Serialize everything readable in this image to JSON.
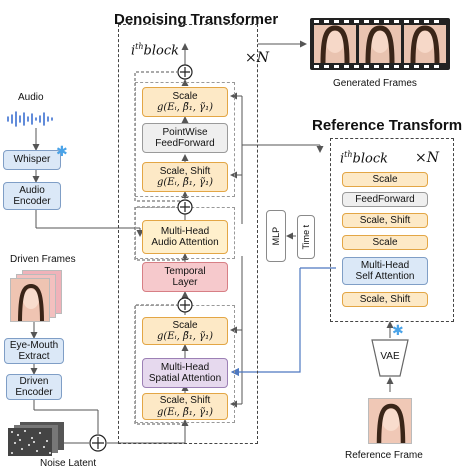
{
  "titles": {
    "denoising": "Denoising Transformer",
    "reference": "Reference Transformer",
    "generated": "Generated Frames",
    "audio": "Audio",
    "driven_frames": "Driven Frames",
    "noise_latent": "Noise Latent",
    "reference_frame": "Reference Frame"
  },
  "block": {
    "i": "i",
    "th": "th",
    "word": "block",
    "times_n": "×N"
  },
  "denoising": {
    "scale_top": "Scale",
    "scale_top_math": "g(Eᵢ, β̃₁, γ̃₁)",
    "ff_line1": "PointWise",
    "ff_line2": "FeedForward",
    "scaleshift_top": "Scale, Shift",
    "scaleshift_top_math": "g(Eᵢ, β̃₁, γ̃₁)",
    "audio_attn_line1": "Multi-Head",
    "audio_attn_line2": "Audio Attention",
    "temporal_line1": "Temporal",
    "temporal_line2": "Layer",
    "scale_mid": "Scale",
    "scale_mid_math": "g(Eᵢ, β̃₁, γ̃₁)",
    "spatial_line1": "Multi-Head",
    "spatial_line2": "Spatial Attention",
    "scaleshift_bot": "Scale, Shift",
    "scaleshift_bot_math": "g(Eᵢ, β̃₁, γ̃₁)"
  },
  "side": {
    "mlp": "MLP",
    "time": "Time t"
  },
  "left": {
    "whisper": "Whisper",
    "audio_enc_1": "Audio",
    "audio_enc_2": "Encoder",
    "eye_1": "Eye-Mouth",
    "eye_2": "Extract",
    "driven_1": "Driven",
    "driven_2": "Encoder"
  },
  "reference": {
    "items": [
      "Scale",
      "FeedForward",
      "Scale, Shift",
      "Scale"
    ],
    "self_attn_1": "Multi-Head",
    "self_attn_2": "Self Attention",
    "last": "Scale, Shift",
    "vae": "VAE"
  },
  "colors": {
    "blue": "#dbe8f7",
    "yellow": "#fff0cc",
    "red": "#f6c9cc",
    "purple": "#e6d9ee",
    "frozen_snowflake": "#4aa3e8"
  },
  "icons": [
    "audio-waveform-icon",
    "snowflake-icon",
    "plus-circle-icon",
    "film-strip-icon",
    "noise-icon"
  ]
}
